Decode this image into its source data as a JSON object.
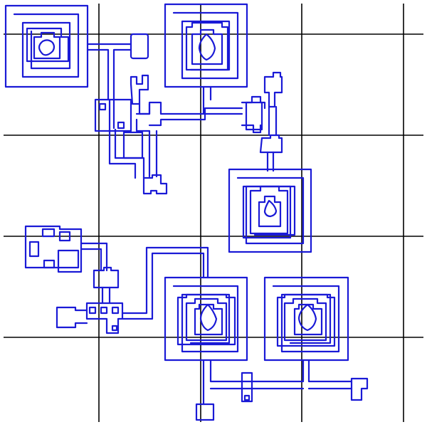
{
  "colors": {
    "background": "#ffffff",
    "grid": "#000000",
    "outline": "#1a1ad6"
  },
  "grid": {
    "visible": true,
    "columns": 4,
    "rows": 4
  },
  "diagram": {
    "style": "blue outline floor plan on black grid",
    "rooms": [
      "room-top-left-spiral",
      "room-top-center-spiral",
      "room-middle-right-spiral",
      "room-bottom-center-spiral",
      "room-bottom-right-spiral",
      "room-left-cluster"
    ],
    "spiral_rooms": 5,
    "corridors": 5,
    "small_chambers": 12
  }
}
